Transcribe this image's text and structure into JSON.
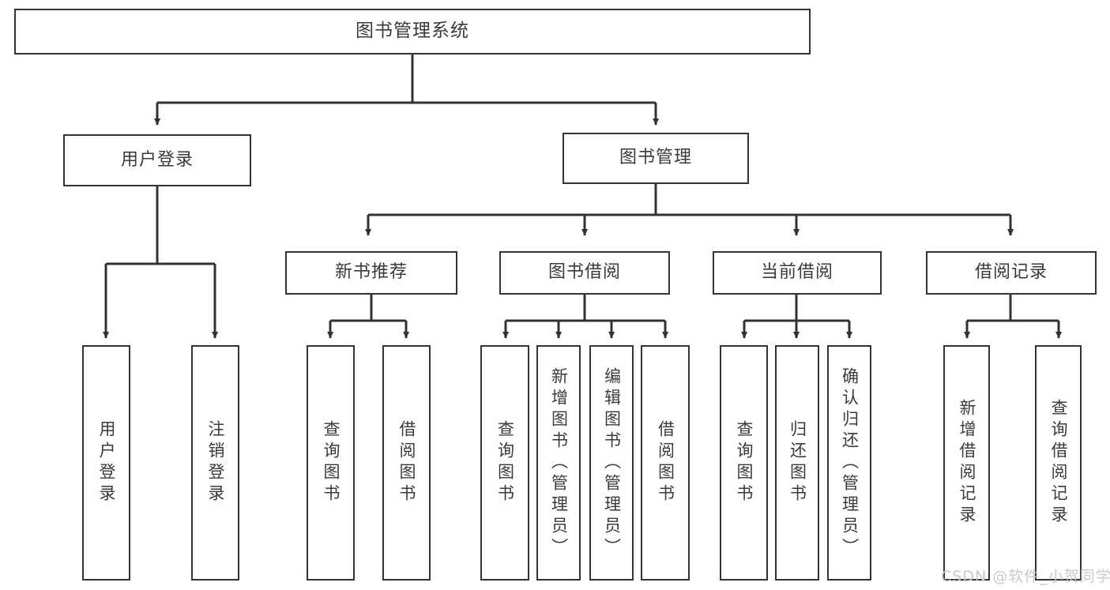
{
  "diagram": {
    "kind": "functional-structure-tree",
    "title": "图书管理系统",
    "stroke_color": "#333333",
    "text_color": "#3a3a3a",
    "background_color": "#ffffff",
    "watermark": "CSDN @软件_小贺同学"
  },
  "nodes": {
    "root": {
      "label": "图书管理系统"
    },
    "level2": [
      {
        "id": "user-login",
        "label": "用户登录"
      },
      {
        "id": "book-manage",
        "label": "图书管理"
      }
    ],
    "level3": [
      {
        "id": "new-book-recommend",
        "label": "新书推荐"
      },
      {
        "id": "book-borrow",
        "label": "图书借阅"
      },
      {
        "id": "current-borrow",
        "label": "当前借阅"
      },
      {
        "id": "borrow-record",
        "label": "借阅记录"
      }
    ],
    "leaves": {
      "user-login": [
        {
          "id": "leaf-user-login",
          "label": "用户登录"
        },
        {
          "id": "leaf-user-logout",
          "label": "注销登录"
        }
      ],
      "new-book-recommend": [
        {
          "id": "leaf-query-book-1",
          "label": "查询图书"
        },
        {
          "id": "leaf-borrow-book-1",
          "label": "借阅图书"
        }
      ],
      "book-borrow": [
        {
          "id": "leaf-query-book-2",
          "label": "查询图书"
        },
        {
          "id": "leaf-add-book",
          "label": "新增图书（管理员）"
        },
        {
          "id": "leaf-edit-book",
          "label": "编辑图书（管理员）"
        },
        {
          "id": "leaf-borrow-book-2",
          "label": "借阅图书"
        }
      ],
      "current-borrow": [
        {
          "id": "leaf-query-book-3",
          "label": "查询图书"
        },
        {
          "id": "leaf-return-book",
          "label": "归还图书"
        },
        {
          "id": "leaf-confirm-return",
          "label": "确认归还（管理员）"
        }
      ],
      "borrow-record": [
        {
          "id": "leaf-add-record",
          "label": "新增借阅记录"
        },
        {
          "id": "leaf-query-record",
          "label": "查询借阅记录"
        }
      ]
    }
  }
}
